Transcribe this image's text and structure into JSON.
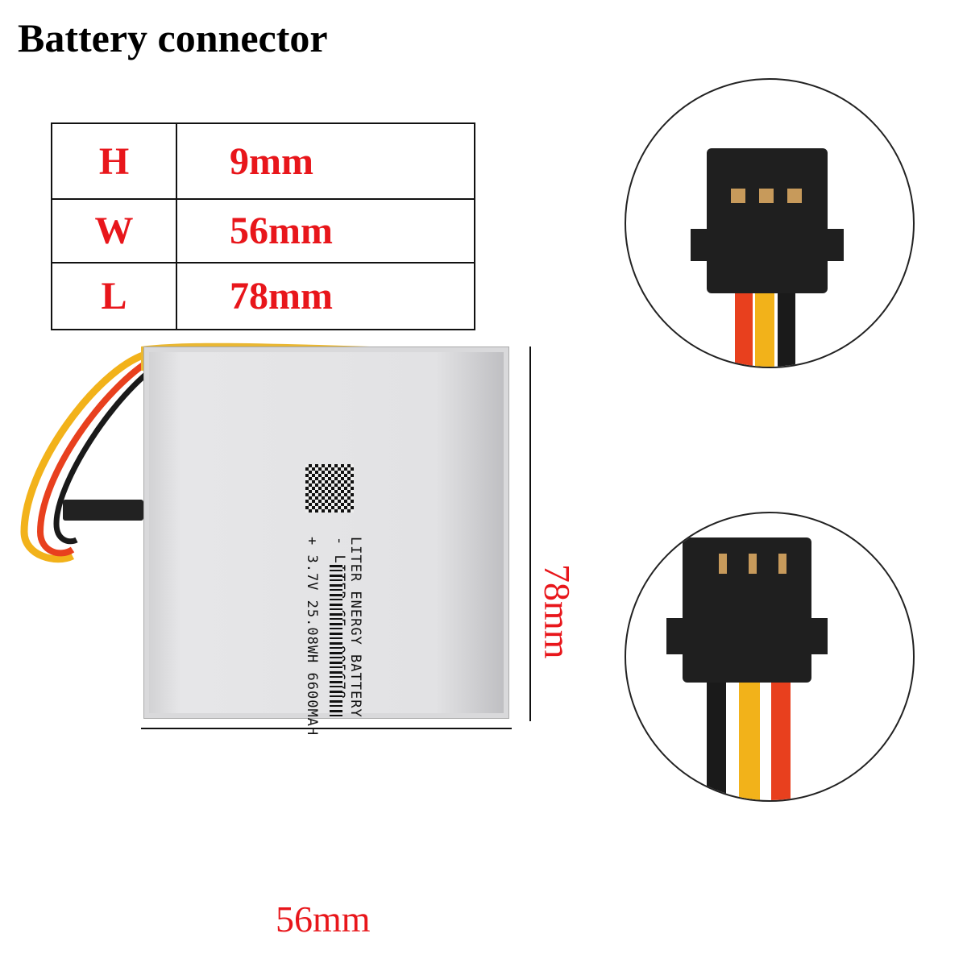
{
  "title": "Battery connector",
  "specs": [
    {
      "key": "H",
      "value": "9mm"
    },
    {
      "key": "W",
      "value": "56mm"
    },
    {
      "key": "L",
      "value": "78mm"
    }
  ],
  "battery_label": {
    "line1": "LITER ENERGY BATTERY",
    "line2": "- LITER CE  905678",
    "line3": "+ 3.7V 25.08WH 6600MAH"
  },
  "dimensions": {
    "width": "56mm",
    "length": "78mm"
  },
  "colors": {
    "accent": "#e8161b",
    "wire_red": "#e8401e",
    "wire_yellow": "#f2b21a",
    "wire_black": "#1a1a1a"
  }
}
